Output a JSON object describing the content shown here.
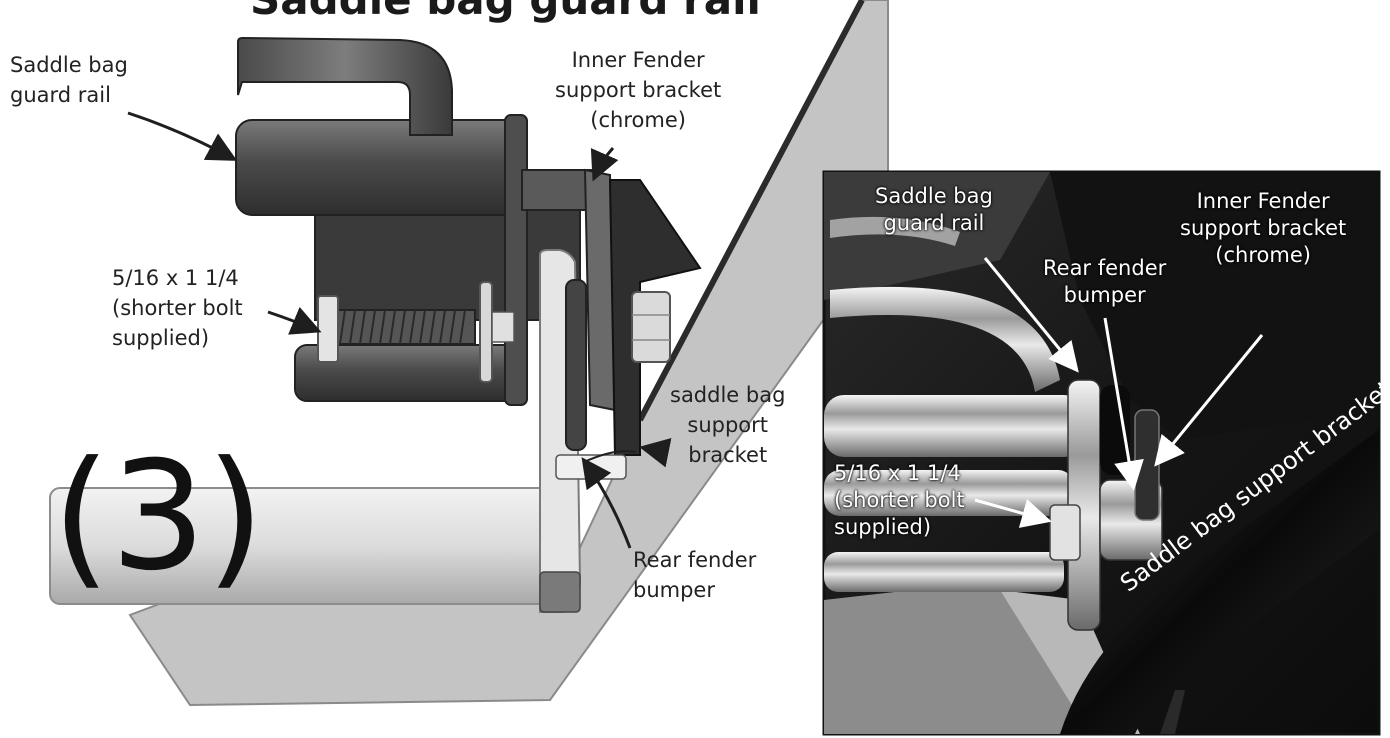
{
  "title_partial": "Saddle bag guard rail",
  "step_number": "(3)",
  "diagram_labels": {
    "guard_rail": [
      "Saddle bag",
      "guard rail"
    ],
    "inner_fender": [
      "Inner Fender",
      "support bracket",
      "(chrome)"
    ],
    "bolt": [
      "5/16 x 1 1/4",
      "(shorter bolt",
      "supplied)"
    ],
    "saddle_bag_bracket": [
      "saddle bag",
      "support",
      "bracket"
    ],
    "rear_fender": [
      "Rear fender",
      "bumper"
    ]
  },
  "photo_labels": {
    "guard_rail": [
      "Saddle bag",
      "guard rail"
    ],
    "inner_fender": [
      "Inner Fender",
      "support bracket",
      "(chrome)"
    ],
    "rear_fender": [
      "Rear fender",
      "bumper"
    ],
    "bolt": [
      "5/16 x 1 1/4",
      "(shorter bolt",
      "supplied)"
    ],
    "tube_text": "Saddle bag support bracket"
  },
  "colors": {
    "fender_plate": "#c4c4c4",
    "dark_part": "#3a3a3a",
    "mid_part": "#555555",
    "light_part": "#e6e6e6",
    "photo_bg": "#1b1b1b"
  }
}
